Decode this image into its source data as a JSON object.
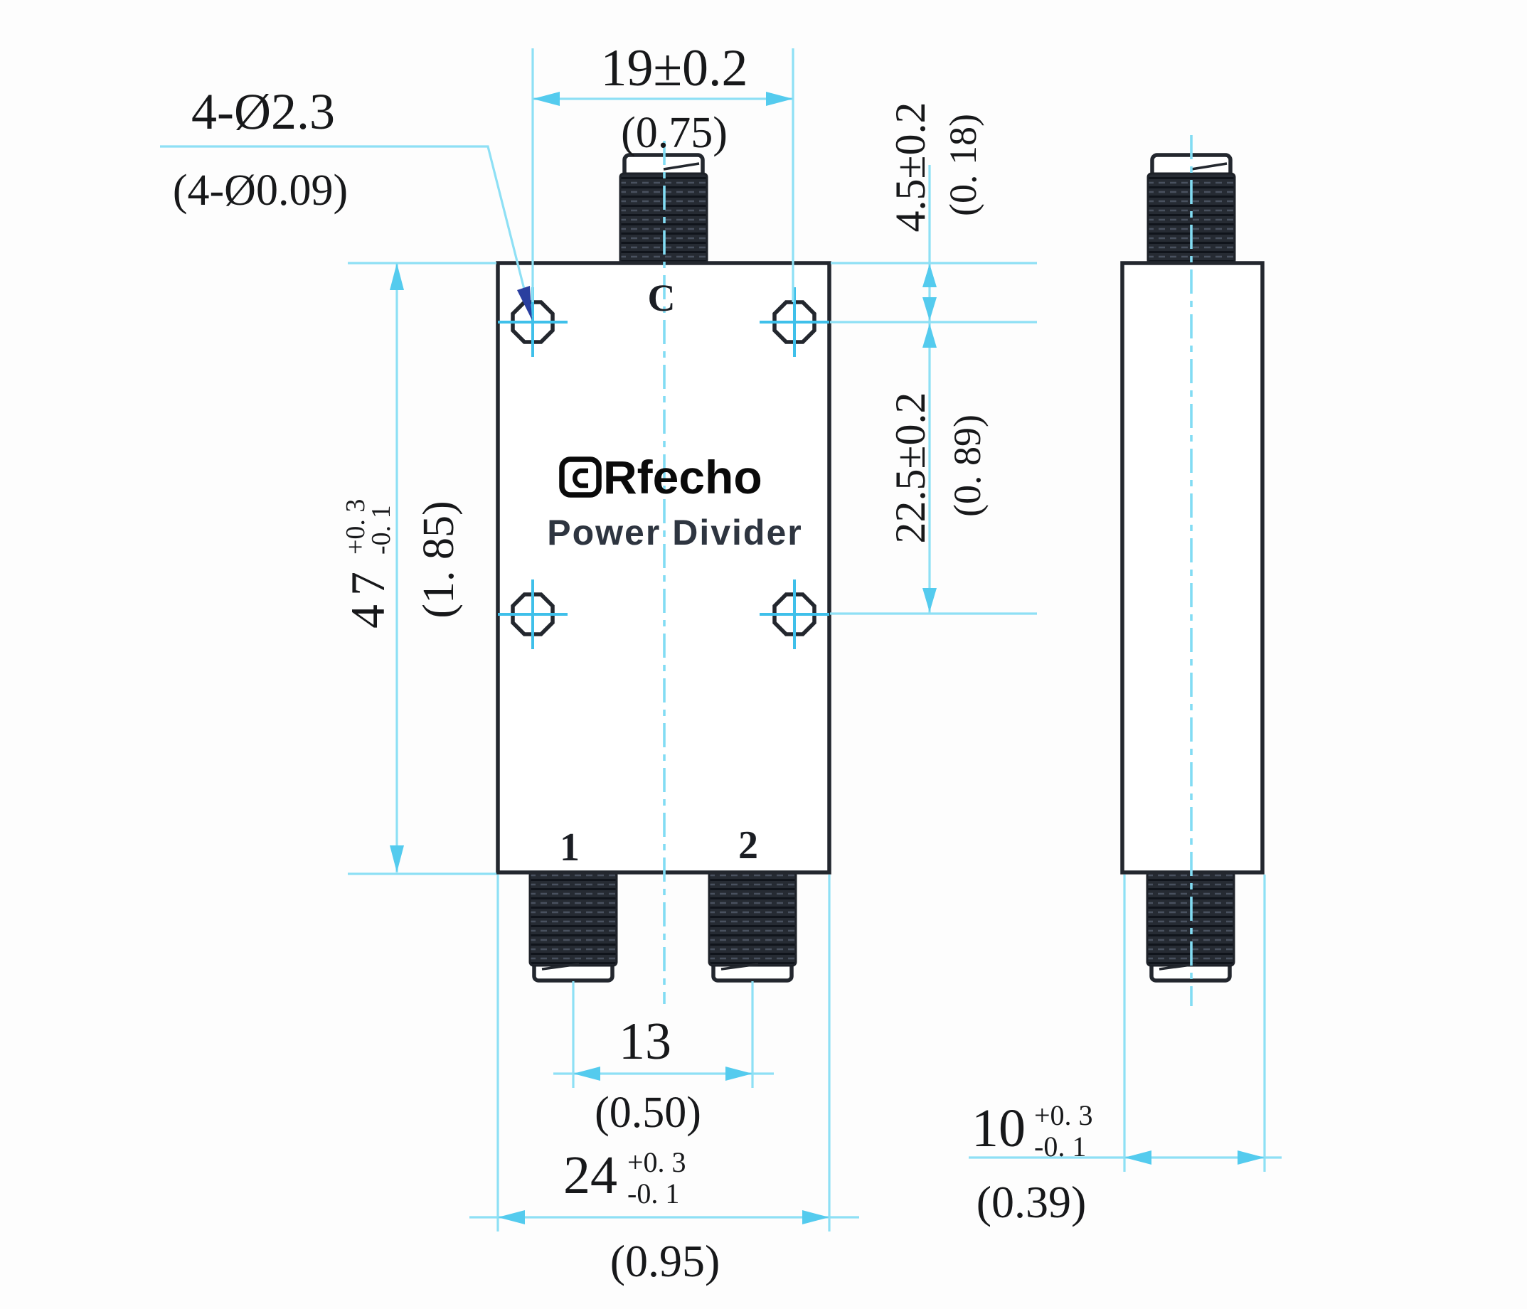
{
  "drawing": {
    "brand": {
      "logo_text": "Rfecho",
      "subtitle": "Power Divider"
    },
    "ports": {
      "common": "C",
      "out1": "1",
      "out2": "2"
    },
    "dims": {
      "mounting_holes": {
        "metric": "4-Ø2.3",
        "inch": "(4-Ø0.09)"
      },
      "hole_pitch_h": {
        "metric": "19±0.2",
        "inch": "(0.75)"
      },
      "edge_to_holes": {
        "metric": "4.5±0.2",
        "inch": "(0. 18)"
      },
      "hole_pitch_v": {
        "metric": "22.5±0.2",
        "inch": "(0. 89)"
      },
      "body_length": {
        "metric": "47",
        "tol_up": "+0. 3",
        "tol_dn": "-0. 1",
        "inch": "(1. 85)"
      },
      "port_pitch": {
        "metric": "13",
        "inch": "(0.50)"
      },
      "body_width": {
        "metric": "24",
        "tol_up": "+0. 3",
        "tol_dn": "-0. 1",
        "inch": "(0.95)"
      },
      "body_thickness": {
        "metric": "10",
        "tol_up": "+0. 3",
        "tol_dn": "-0. 1",
        "inch": "(0.39)"
      }
    },
    "colors": {
      "outline": "#23272e",
      "dimension_cyan": "#8ee0f5",
      "arrow_cyan": "#54cbee",
      "crosshair_cyan": "#3fc0ea",
      "leader_arrow_navy": "#2a3f9f",
      "text": "#17181a",
      "logo_black": "#0a0a0a",
      "subtitle_gray": "#2e3540"
    }
  }
}
